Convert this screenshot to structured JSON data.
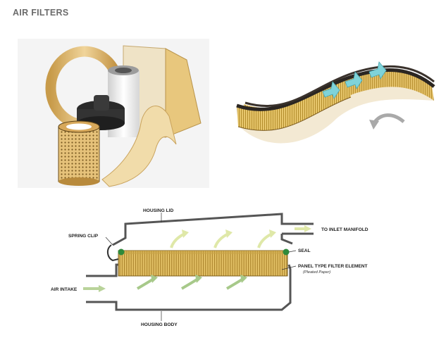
{
  "page": {
    "title": "AIR FILTERS"
  },
  "diagram": {
    "labels": {
      "housing_lid": "HOUSING LID",
      "spring_clip": "SPRING CLIP",
      "inlet_manifold": "TO INLET MANIFOLD",
      "seal": "SEAL",
      "filter_element": "PANEL TYPE FILTER ELEMENT",
      "filter_element_note": "(Pleated Paper)",
      "air_intake": "AIR INTAKE",
      "housing_body": "HOUSING BODY"
    }
  },
  "colors": {
    "filter_paper": "#e3c166",
    "filter_pleat": "#b58e2a",
    "frame": "#2b2622",
    "air_arrow": "#6f9c92",
    "incoming_arrow": "#b9d39a",
    "outgoing_arrow": "#dfe8a8",
    "seal": "#2f8a3a"
  }
}
